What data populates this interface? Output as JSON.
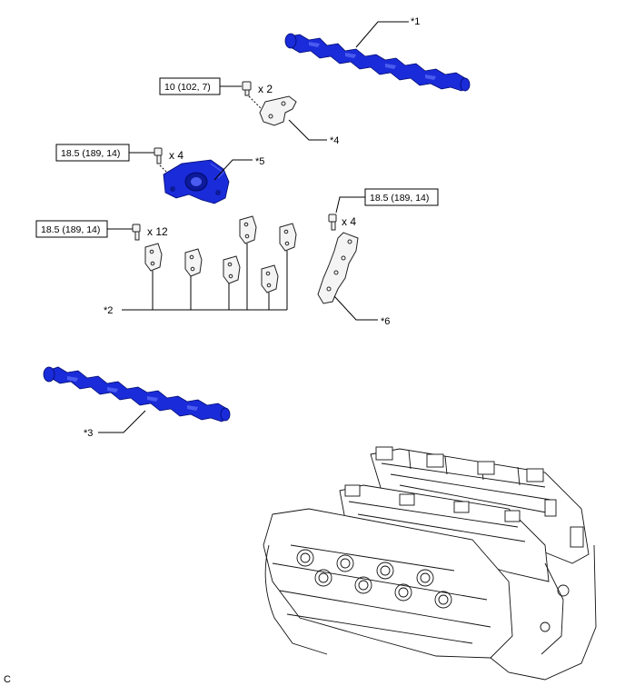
{
  "callouts": {
    "c1": "*1",
    "c2": "*2",
    "c3": "*3",
    "c4": "*4",
    "c5": "*5",
    "c6": "*6"
  },
  "torque_boxes": {
    "t_top": "10 (102, 7)",
    "t_bracket": "18.5 (189, 14)",
    "t_caps": "18.5 (189, 14)",
    "t_housing": "18.5 (189, 14)"
  },
  "quantities": {
    "q_top": "x 2",
    "q_bracket": "x 4",
    "q_caps": "x 12",
    "q_housing": "x 4"
  },
  "corner_label": "C",
  "colors": {
    "highlight_part": "#1a2bd9",
    "line": "#000000"
  }
}
